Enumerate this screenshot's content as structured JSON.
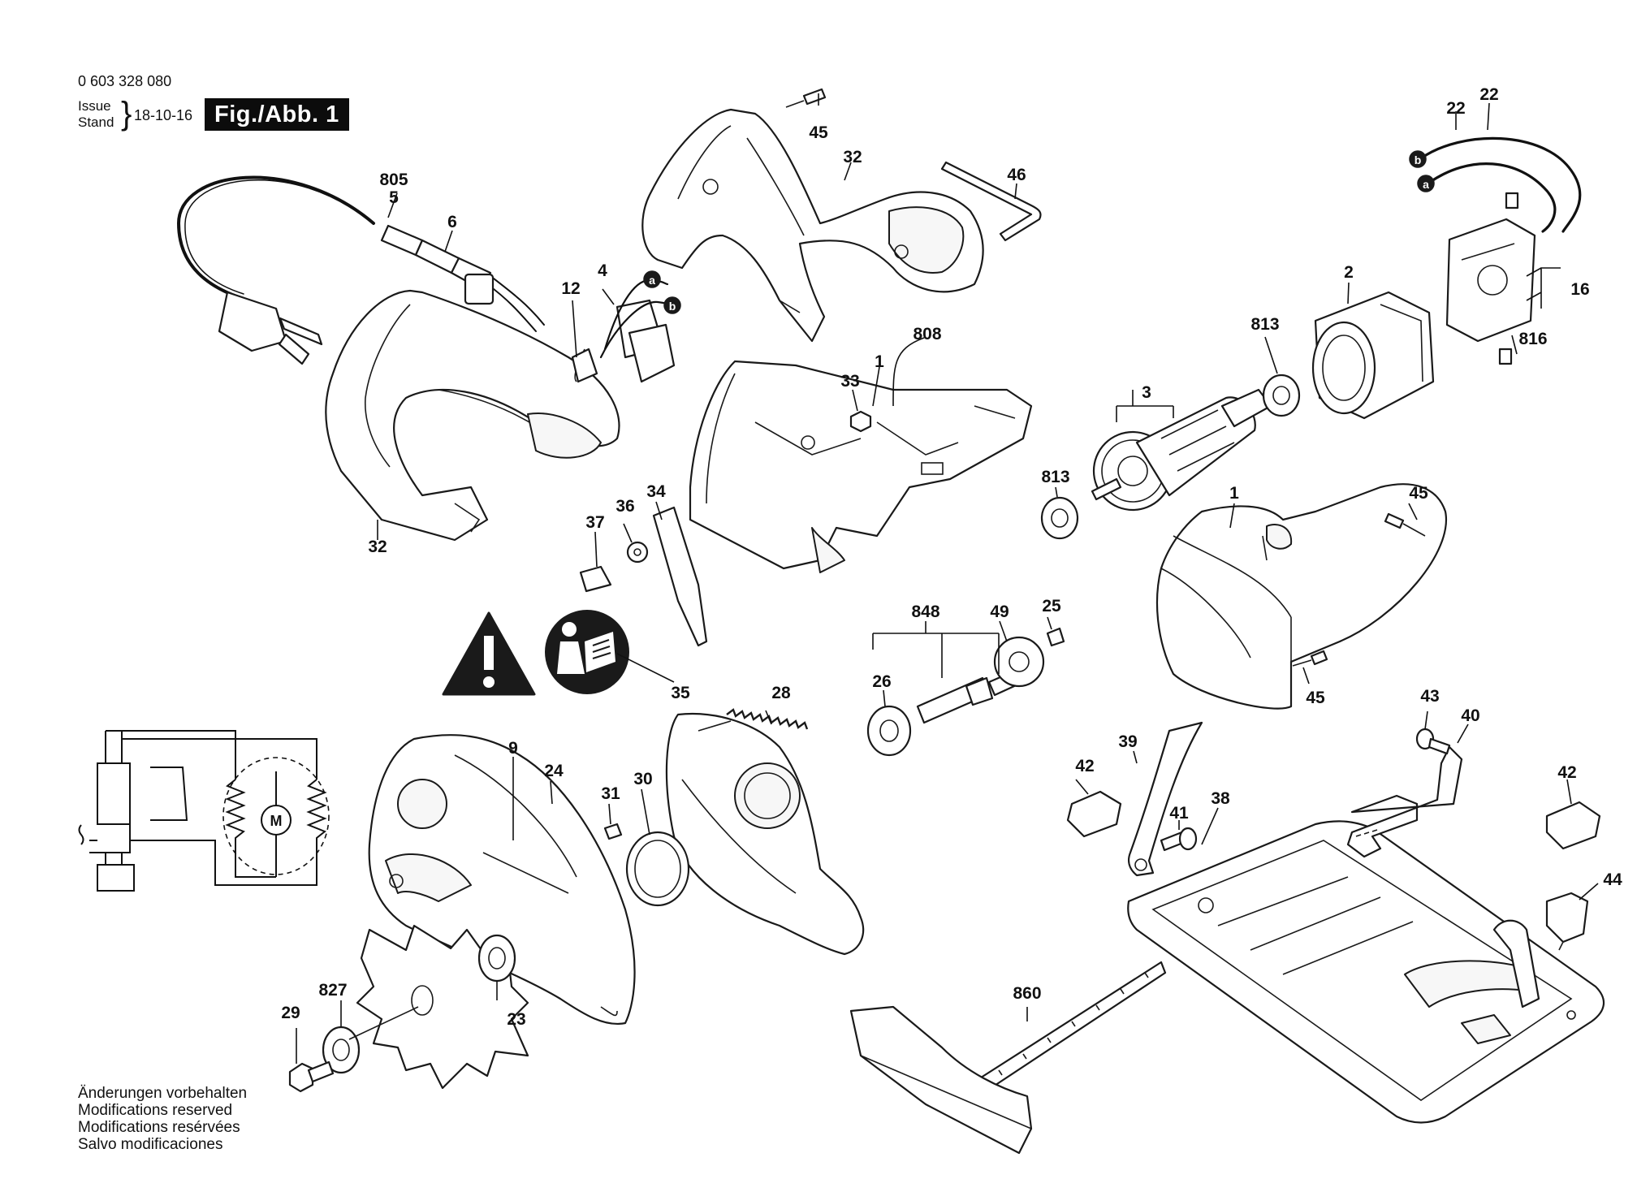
{
  "header": {
    "part_number": "0 603 328 080",
    "issue_label": "Issue",
    "stand_label": "Stand",
    "date": "18-10-16",
    "figure_label": "Fig./Abb. 1"
  },
  "footer": {
    "lines": [
      "Änderungen vorbehalten",
      "Modifications reserved",
      "Modifications resérvées",
      "Salvo modificaciones"
    ]
  },
  "callouts": {
    "c45_top": "45",
    "c32_top": "32",
    "c46": "46",
    "c22_a": "22",
    "c22_b": "22",
    "c805": "805",
    "c5": "5",
    "c6": "6",
    "c4": "4",
    "c12": "12",
    "c808": "808",
    "c33": "33",
    "c1_top": "1",
    "c2": "2",
    "c16": "16",
    "c813_top": "813",
    "c816": "816",
    "c3": "3",
    "c813_bottom": "813",
    "c1_motor": "1",
    "c45_right": "45",
    "c32_left": "32",
    "c37": "37",
    "c36": "36",
    "c34": "34",
    "c848": "848",
    "c49": "49",
    "c25": "25",
    "c26": "26",
    "c45_lower": "45",
    "c35": "35",
    "c28": "28",
    "c9": "9",
    "c24": "24",
    "c31": "31",
    "c30": "30",
    "c43": "43",
    "c40": "40",
    "c39": "39",
    "c42_left": "42",
    "c42_right": "42",
    "c41": "41",
    "c38": "38",
    "c44": "44",
    "c827": "827",
    "c29": "29",
    "c23": "23",
    "c860": "860"
  },
  "wire_tags": {
    "b_top": "b",
    "a_top": "a",
    "a_switch": "a",
    "b_switch": "b"
  },
  "schematic": {
    "motor_label": "M"
  },
  "icons": {
    "warning_icon": "warning-triangle-icon",
    "manual_icon": "read-manual-icon"
  }
}
